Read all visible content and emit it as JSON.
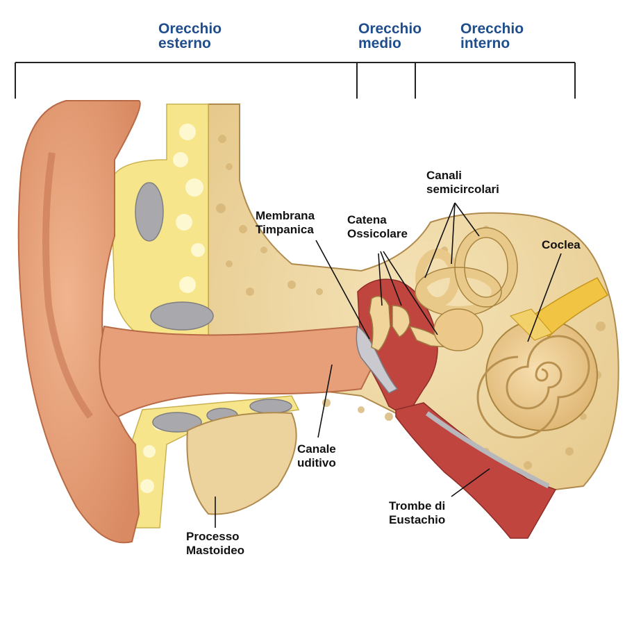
{
  "regions": {
    "outer": [
      "Orecchio",
      "esterno"
    ],
    "middle": [
      "Orecchio",
      "medio"
    ],
    "inner": [
      "Orecchio",
      "interno"
    ]
  },
  "labels": {
    "tympanic": [
      "Membrana",
      "Timpanica"
    ],
    "ossicles": [
      "Catena",
      "Ossicolare"
    ],
    "canals": [
      "Canali",
      "semicircolari"
    ],
    "cochlea": [
      "Coclea"
    ],
    "ear_canal": [
      "Canale",
      "uditivo"
    ],
    "eustachian": [
      "Trombe di",
      "Eustachio"
    ],
    "mastoid": [
      "Processo",
      "Mastoideo"
    ]
  },
  "colors": {
    "region_text": "#1f4e8c",
    "skin": "#e8a27a",
    "bone": "#efd7a0",
    "fat": "#f6e58a",
    "tissue_red": "#c0453e",
    "nerve": "#f2c443"
  }
}
